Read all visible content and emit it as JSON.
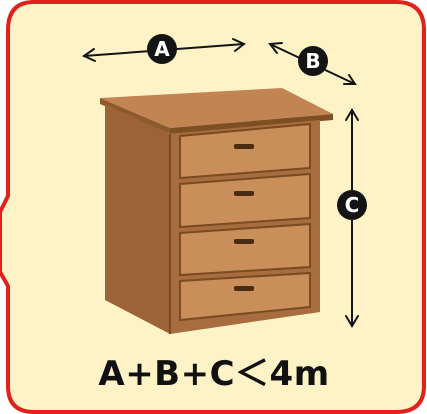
{
  "labels": {
    "width": "A",
    "depth": "B",
    "height": "C"
  },
  "formula": "A+B+C＜4m",
  "colors": {
    "frame": "#e2211c",
    "panel": "#fdf3c7",
    "badge": "#141414",
    "wood": "#a86d3f",
    "drawer": "#c98e59"
  },
  "icons": {
    "furniture": "chest-of-drawers-icon"
  }
}
